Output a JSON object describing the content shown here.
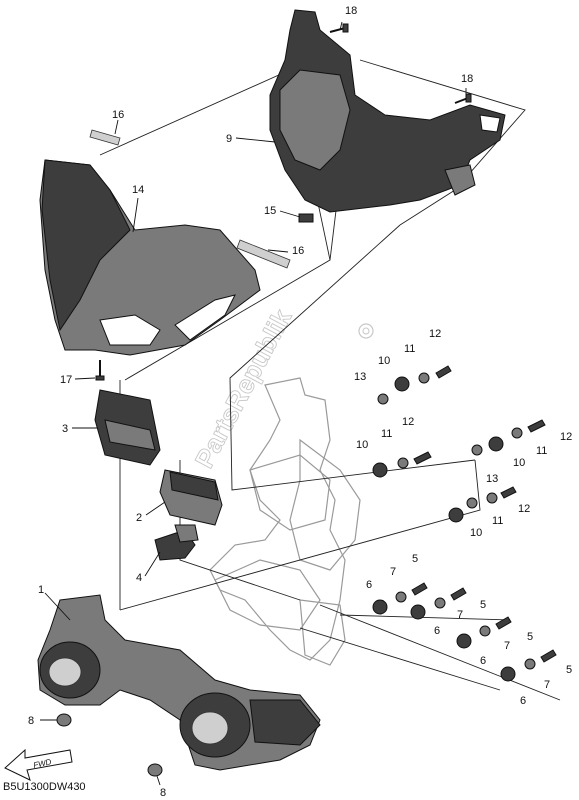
{
  "diagram_code": "B5U1300DW430",
  "watermark_text": "PartsRepublik",
  "fwd_label": "FWD",
  "callouts": [
    "1",
    "2",
    "3",
    "4",
    "5",
    "6",
    "7",
    "8",
    "9",
    "10",
    "11",
    "12",
    "13",
    "14",
    "15",
    "16",
    "17",
    "18"
  ],
  "callout_labels": {
    "c18a": "18",
    "c18b": "18",
    "c16a": "16",
    "c16b": "16",
    "c9": "9",
    "c14": "14",
    "c15": "15",
    "c17": "17",
    "c3": "3",
    "c2": "2",
    "c4": "4",
    "c1": "1",
    "c8a": "8",
    "c8b": "8",
    "c13a": "13",
    "c10a": "10",
    "c11a": "11",
    "c12a": "12",
    "c10b": "10",
    "c11b": "11",
    "c12b": "12",
    "c12c": "12",
    "c11c": "11",
    "c10c": "10",
    "c13b": "13",
    "c12d": "12",
    "c11d": "11",
    "c10d": "10",
    "c6a": "6",
    "c7a": "7",
    "c5a": "5",
    "c6b": "6",
    "c7b": "7",
    "c5b": "5",
    "c6c": "6",
    "c7c": "7",
    "c5c": "5",
    "c6d": "6",
    "c7d": "7",
    "c5d": "5"
  }
}
